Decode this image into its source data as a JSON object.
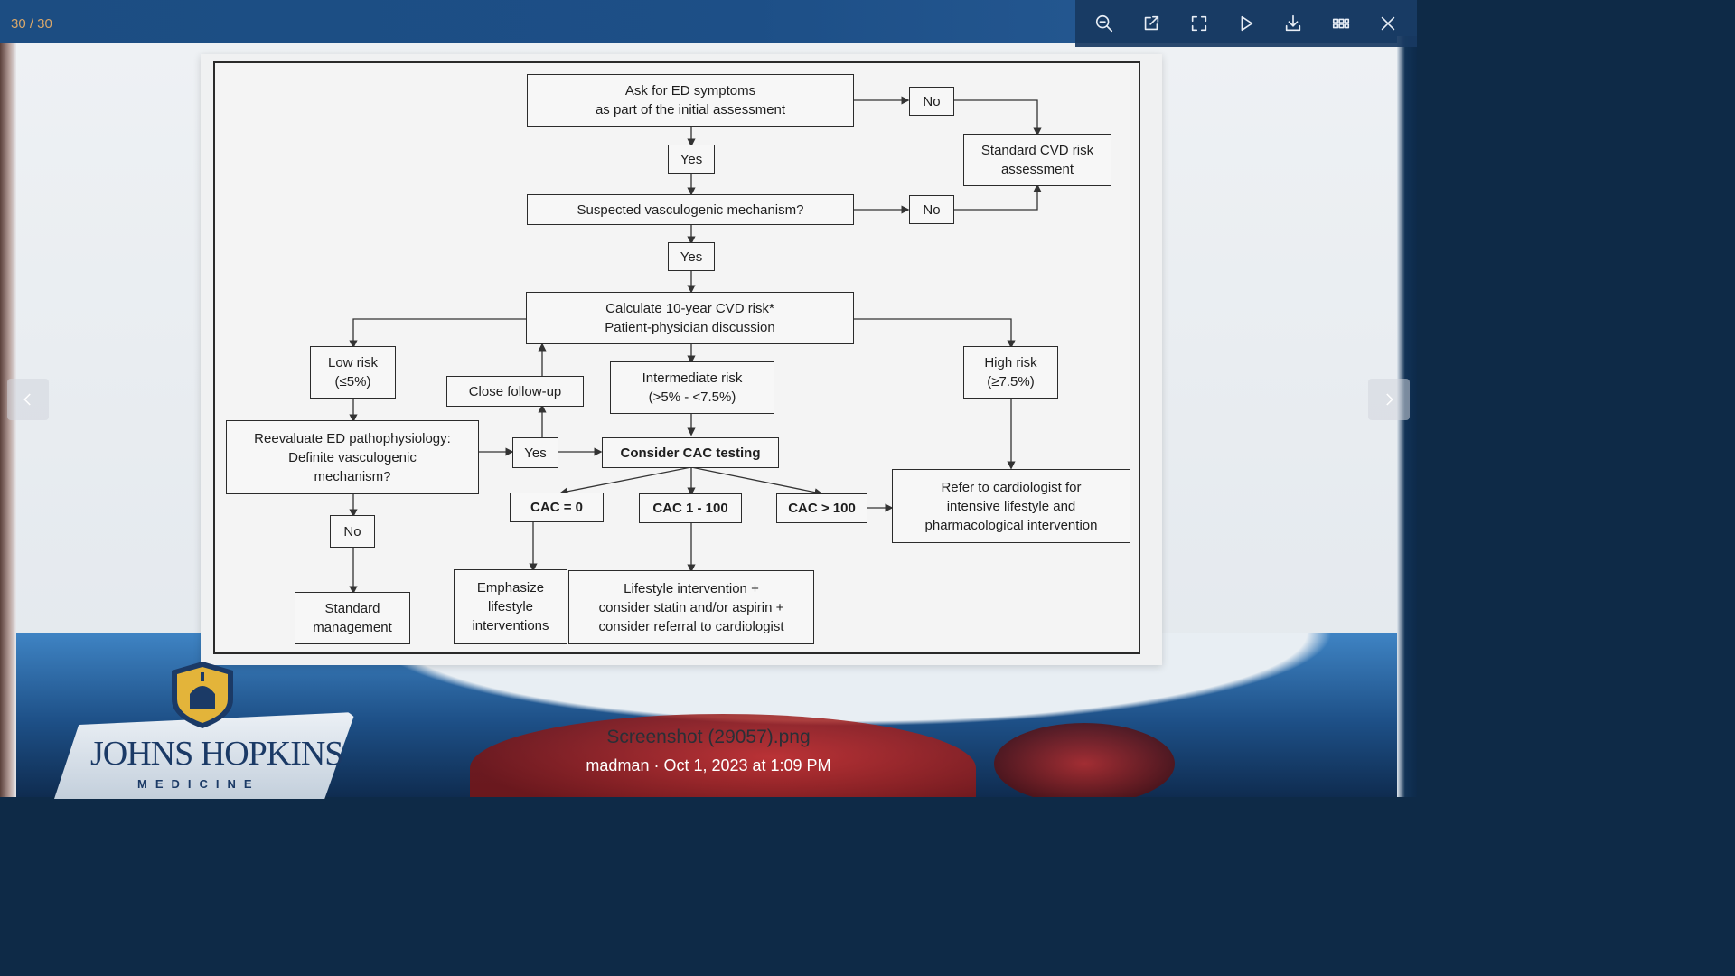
{
  "viewer": {
    "counter": "30 / 30",
    "toolbar": [
      {
        "icon": "zoom-out-icon"
      },
      {
        "icon": "open-external-icon"
      },
      {
        "icon": "fullscreen-icon"
      },
      {
        "icon": "play-slideshow-icon"
      },
      {
        "icon": "download-icon"
      },
      {
        "icon": "grid-view-icon"
      },
      {
        "icon": "close-icon"
      }
    ],
    "prev_icon": "chevron-left-icon",
    "next_icon": "chevron-right-icon"
  },
  "flowchart": {
    "ask": "Ask for ED symptoms\nas part of the initial assessment",
    "no1": "No",
    "standard_cvd": "Standard CVD risk\nassessment",
    "yes1": "Yes",
    "suspected": "Suspected vasculogenic mechanism?",
    "no2": "No",
    "yes2": "Yes",
    "calculate": "Calculate 10-year CVD risk*\nPatient-physician discussion",
    "low_risk": "Low risk\n(≤5%)",
    "close_follow": "Close follow-up",
    "intermediate": "Intermediate risk\n(>5% - <7.5%)",
    "high_risk": "High risk\n(≥7.5%)",
    "reevaluate": "Reevaluate ED pathophysiology:\nDefinite vasculogenic\nmechanism?",
    "yes3": "Yes",
    "consider_cac": "Consider CAC testing",
    "refer": "Refer to cardiologist for\nintensive lifestyle and\npharmacological intervention",
    "cac0": "CAC = 0",
    "cac1100": "CAC 1 - 100",
    "cac100": "CAC > 100",
    "no3": "No",
    "standard_mgmt": "Standard\nmanagement",
    "emphasize": "Emphasize\nlifestyle\ninterventions",
    "lifestyle": "Lifestyle intervention +\nconsider statin and/or aspirin +\nconsider referral to cardiologist"
  },
  "logo": {
    "name": "JOHNS HOPKINS",
    "sub": "MEDICINE",
    "icon": "johns-hopkins-shield-icon"
  },
  "caption": {
    "filename": "Screenshot (29057).png",
    "meta": "madman · Oct 1, 2023 at 1:09 PM"
  },
  "colors": {
    "topbar": "#1c4d82",
    "counter": "#d9a76a",
    "logo": "#1b3a66"
  }
}
